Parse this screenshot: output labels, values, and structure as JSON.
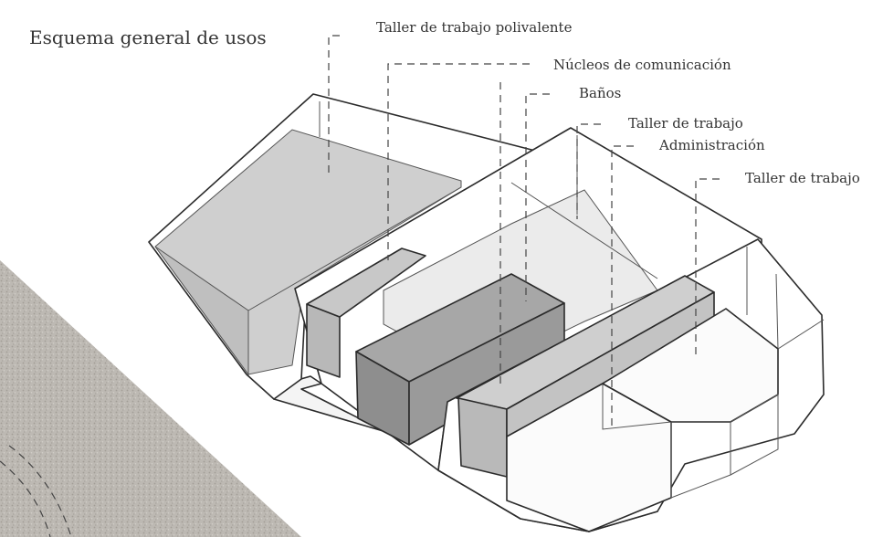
{
  "title": "Esquema general de usos",
  "labels": {
    "taller_polivalente": "Taller de trabajo polivalente",
    "nucleos": "Núcleos de comunicación",
    "banos": "Baños",
    "taller_1": "Taller de trabajo",
    "administracion": "Administración",
    "taller_2": "Taller de trabajo"
  },
  "colors": {
    "light_fill": "#e9e9e9",
    "mid_fill": "#bdbdbd",
    "dark_fill": "#8e8e8e",
    "white_volume": "#fbfbfb",
    "ground_texture": "#b9b5b0"
  }
}
